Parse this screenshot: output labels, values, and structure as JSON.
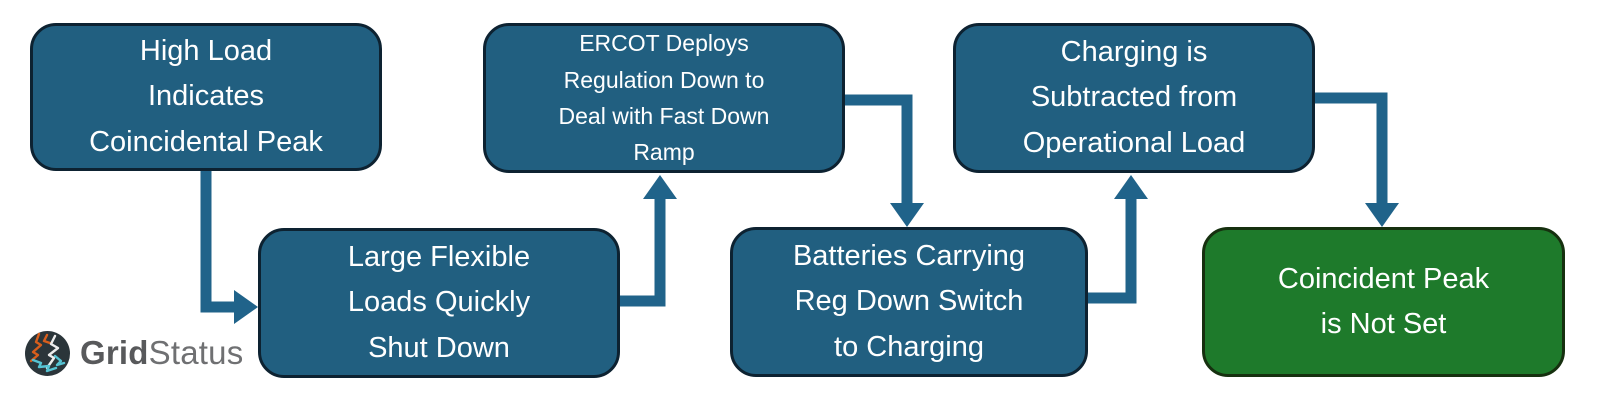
{
  "flowchart": {
    "nodes": [
      {
        "id": "high-load",
        "label": "High Load\nIndicates\nCoincidental Peak",
        "fill": "#215f80"
      },
      {
        "id": "large-flexible",
        "label": "Large Flexible\nLoads Quickly\nShut Down",
        "fill": "#215f80"
      },
      {
        "id": "ercot-regulation",
        "label": "ERCOT Deploys\nRegulation Down to\nDeal with Fast Down\nRamp",
        "fill": "#215f80"
      },
      {
        "id": "batteries",
        "label": "Batteries Carrying\nReg Down Switch\nto Charging",
        "fill": "#215f80"
      },
      {
        "id": "charging-subtracted",
        "label": "Charging is\nSubtracted from\nOperational Load",
        "fill": "#215f80"
      },
      {
        "id": "peak-not-set",
        "label": "Coincident Peak\nis Not Set",
        "fill": "#1e7a2b"
      }
    ],
    "edges": [
      {
        "from": "high-load",
        "to": "large-flexible"
      },
      {
        "from": "large-flexible",
        "to": "ercot-regulation"
      },
      {
        "from": "ercot-regulation",
        "to": "batteries"
      },
      {
        "from": "batteries",
        "to": "charging-subtracted"
      },
      {
        "from": "charging-subtracted",
        "to": "peak-not-set"
      }
    ]
  },
  "logo": {
    "brand_bold": "Grid",
    "brand_light": "Status"
  },
  "colors": {
    "background": "#ffffff",
    "node_fill": "#215f80",
    "node_border": "#0d2231",
    "final_fill": "#1e7a2b",
    "final_border": "#16300f",
    "node_text": "#ffffff",
    "arrow": "#20638a",
    "logo_bold": "#58595b",
    "logo_light": "#6f7072",
    "logo_icon_bg": "#2b353a",
    "logo_icon_orange": "#d85e1c",
    "logo_icon_cyan": "#56c3d3",
    "logo_icon_white": "#ededed"
  }
}
